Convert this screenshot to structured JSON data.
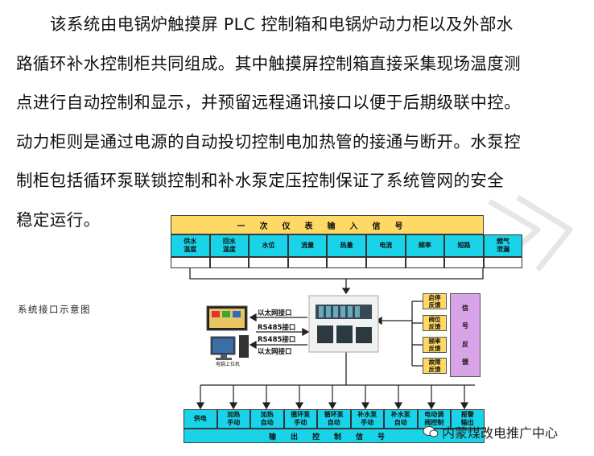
{
  "paragraph": {
    "lines": [
      "该系统由电锅炉触摸屏 PLC 控制箱和电锅炉动力柜以及外部水",
      "路循环补水控制柜共同组成。其中触摸屏控制箱直接采集现场温度测",
      "点进行自动控制和显示，并预留远程通讯接口以便于后期级联中控。",
      "动力柜则是通过电源的自动投切控制电加热管的接通与断开。水泵控",
      "制柜包括循环泵联锁控制和补水泵定压控制保证了系统管网的安全",
      "稳定运行。"
    ]
  },
  "caption": "系统接口示意图",
  "diagram": {
    "input_title": "一次仪表输入信号",
    "inputs": [
      "供水\n温度",
      "回水\n温度",
      "水位",
      "流量",
      "热量",
      "电流",
      "频率",
      "短路",
      "燃气\n泄漏"
    ],
    "ports": [
      "以太网接口",
      "RS485接口",
      "RS485接口",
      "以太网接口"
    ],
    "computer_label": "电锅上位机",
    "feedback": [
      "启停\n反馈",
      "阀位\n反馈",
      "频率\n反馈",
      "故障\n反馈"
    ],
    "feedback_title": [
      "信",
      "号",
      "反",
      "馈"
    ],
    "outputs": [
      "供电",
      "加热\n手动",
      "加热\n自动",
      "循环泵\n手动",
      "循环泵\n自动",
      "补水泵\n手动",
      "补水泵\n自动",
      "电动调\n阀控制",
      "报警\n输出"
    ],
    "output_title": "输出控制信号"
  },
  "brand": "内蒙煤改电推广中心",
  "colors": {
    "cyan": "#19d3e8",
    "yellow": "#ffd966",
    "purple": "#d9a3e8"
  }
}
